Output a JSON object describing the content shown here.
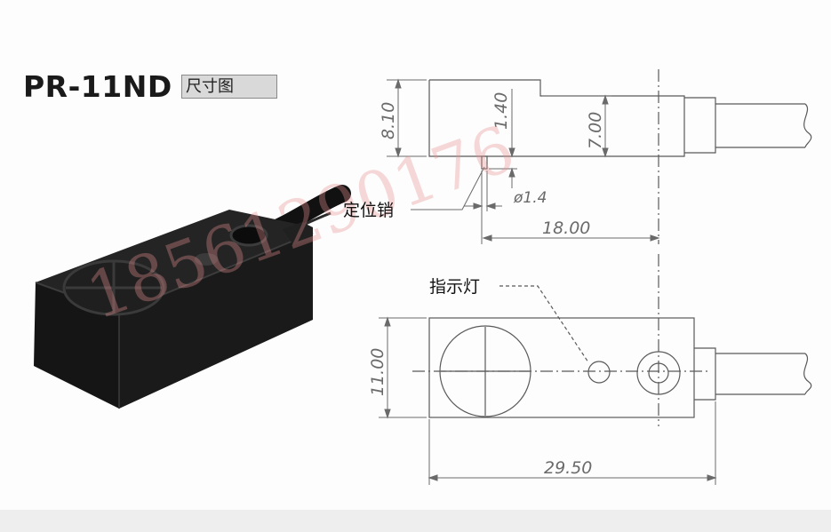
{
  "title": {
    "model": "PR-11ND",
    "subtitle": "尺寸图"
  },
  "labels": {
    "locating_pin": "定位销",
    "indicator": "指示灯"
  },
  "dimensions": {
    "overall_height": "8.10",
    "pin_offset": "1.40",
    "body_height": "7.00",
    "pin_diameter": "ø1.4",
    "pin_to_hole": "18.00",
    "body_width": "11.00",
    "body_length": "29.50"
  },
  "watermark": "18561290176",
  "colors": {
    "line": "#5a5a5a",
    "dim": "#6a6a6a",
    "sensor_body": "#1c1c1c",
    "watermark": "#e89090"
  }
}
